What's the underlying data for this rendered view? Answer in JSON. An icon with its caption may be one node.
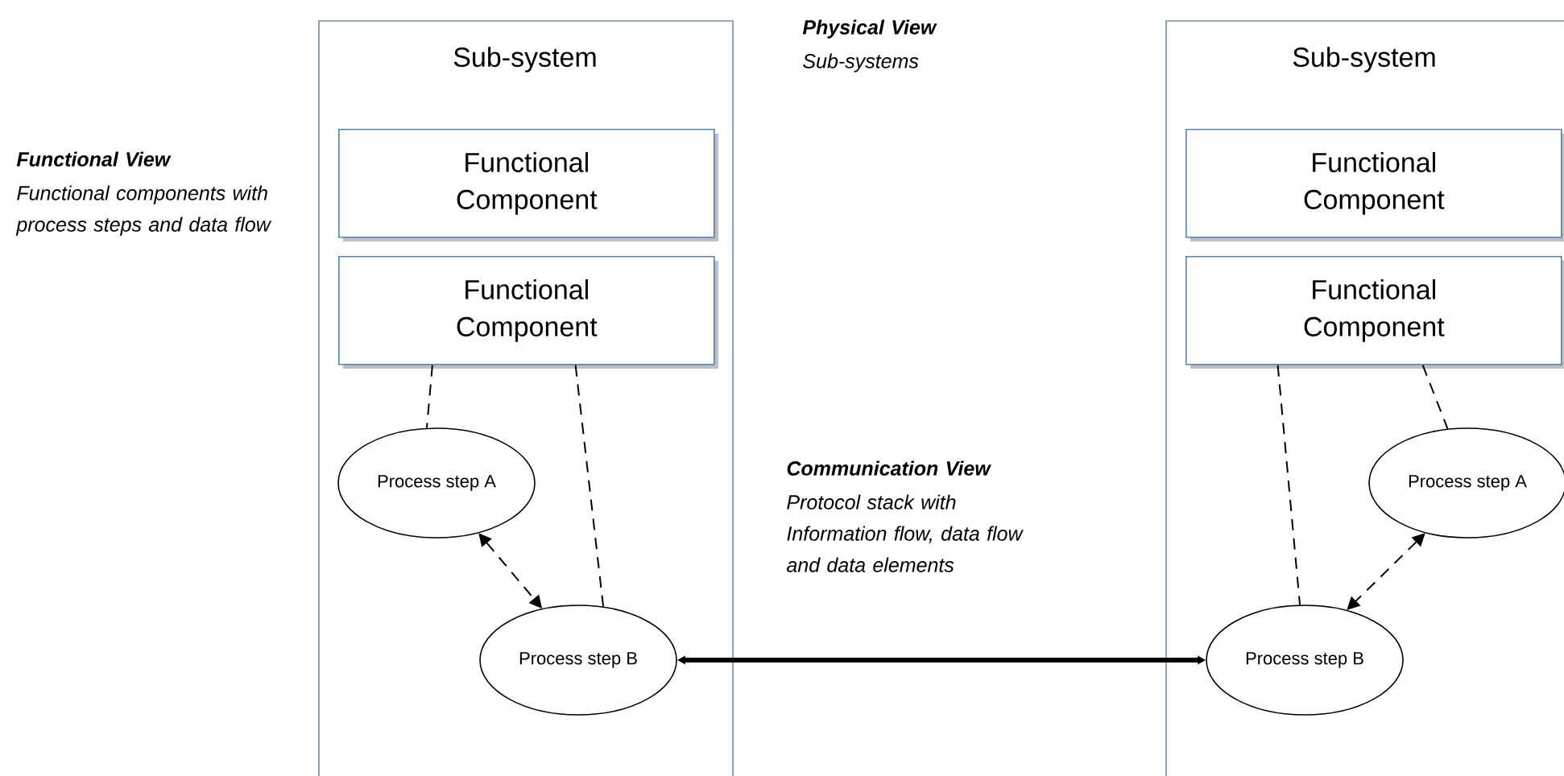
{
  "diagram": {
    "nodes": [
      {
        "text": [
          "Sub-system"
        ]
      },
      {
        "text": [
          "Functional Component"
        ],
        "in": 0
      },
      {
        "text": [
          "Functional Component"
        ],
        "in": 0
      },
      {
        "text": [
          "Process step A"
        ],
        "in": 0
      },
      {
        "text": [
          "Process step B"
        ],
        "in": 0
      },
      {
        "text": [
          "Sub-system"
        ]
      },
      {
        "text": [
          "Functional Component"
        ],
        "in": 5
      },
      {
        "text": [
          "Functional Component"
        ],
        "in": 5
      },
      {
        "text": [
          "Process step A"
        ],
        "in": 5
      },
      {
        "text": [
          "Process step B"
        ],
        "in": 5
      }
    ],
    "edges": [
      {
        "from": 2,
        "to": 3,
        "arrow": "none",
        "style": "dashed"
      },
      {
        "from": 2,
        "to": 4,
        "arrow": "none",
        "style": "dashed"
      },
      {
        "from": 3,
        "to": 4,
        "arrow": "both",
        "style": "dashed"
      },
      {
        "from": 4,
        "to": 9,
        "arrow": "both",
        "style": "thick"
      },
      {
        "from": 7,
        "to": 9,
        "arrow": "none",
        "style": "dashed"
      },
      {
        "from": 7,
        "to": 8,
        "arrow": "none",
        "style": "dashed"
      },
      {
        "from": 8,
        "to": 9,
        "arrow": "both",
        "style": "dashed"
      }
    ],
    "labels": [
      "Physical View",
      "Sub-systems",
      "Functional View",
      "Functional components with process steps and data flow",
      "Communication View",
      "Protocol stack with Information flow, data flow and data elements"
    ]
  }
}
